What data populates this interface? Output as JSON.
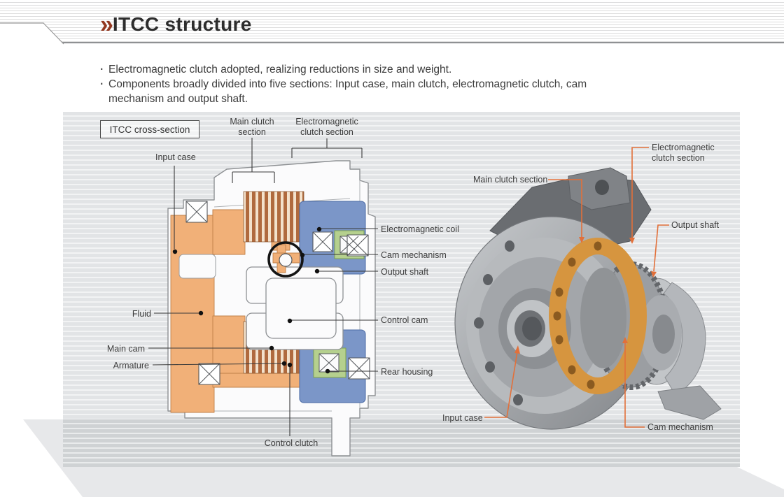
{
  "page": {
    "title": "ITCC structure",
    "title_chevron": "»"
  },
  "bullets": {
    "dot": "·",
    "b1": "Electromagnetic clutch adopted, realizing reductions in size and weight.",
    "b2": "Components broadly divided into five sections: Input case, main clutch, electromagnetic clutch, cam mechanism and output shaft."
  },
  "diagram_left": {
    "badge": "ITCC cross-section",
    "labels": {
      "main_clutch_section": "Main clutch section",
      "em_clutch_section": "Electromagnetic clutch section",
      "input_case": "Input case",
      "electromagnetic_coil": "Electromagnetic coil",
      "cam_mechanism": "Cam mechanism",
      "output_shaft": "Output shaft",
      "fluid": "Fluid",
      "main_cam": "Main cam",
      "armature": "Armature",
      "control_cam": "Control cam",
      "rear_housing": "Rear housing",
      "control_clutch": "Control clutch"
    }
  },
  "diagram_right": {
    "labels": {
      "em_clutch_section": "Electromagnetic clutch section",
      "main_clutch_section": "Main clutch section",
      "output_shaft": "Output shaft",
      "input_case": "Input case",
      "cam_mechanism": "Cam mechanism"
    }
  },
  "colors": {
    "title_chevron": "#93371f",
    "leader_dark": "#3a3a3a",
    "leader_orange": "#e2703a",
    "section_orange": "#f1b078",
    "section_blue": "#7b96c8",
    "section_green": "#b5d08e",
    "clutch_plate_brown": "#b06a3e",
    "render_clutch_orange": "#d6953f"
  }
}
